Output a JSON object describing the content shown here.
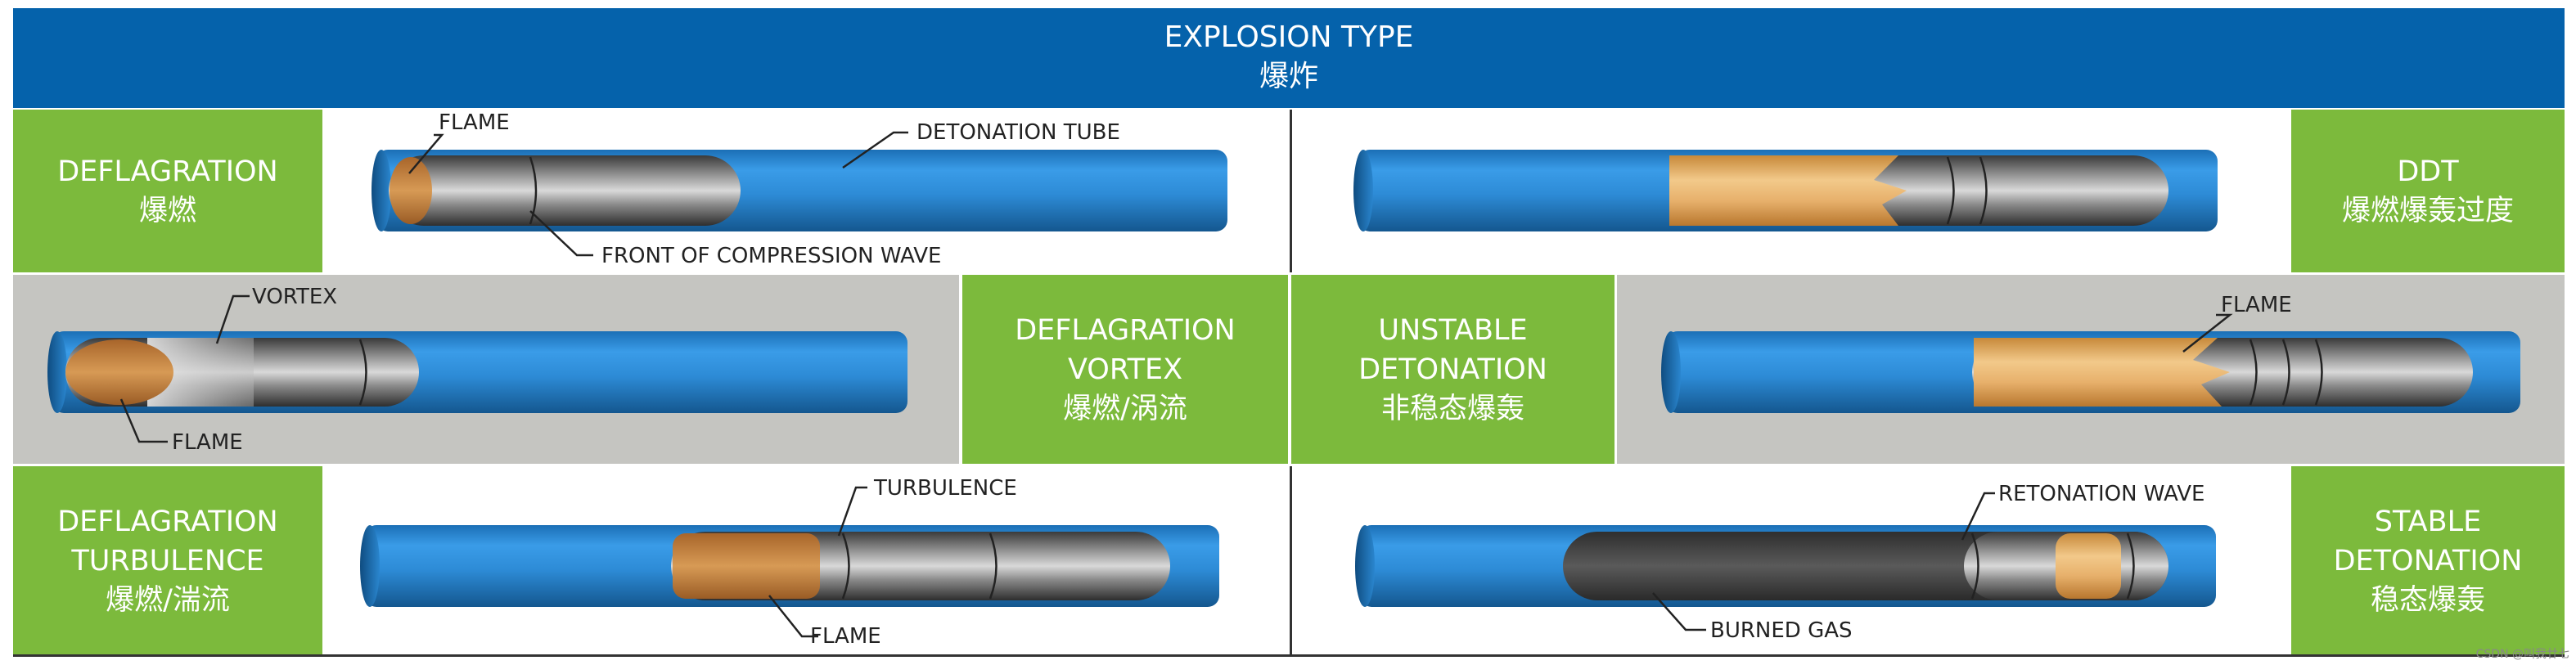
{
  "header": {
    "title": "EXPLOSION TYPE",
    "subtitle": "爆炸"
  },
  "panels": {
    "deflagration": {
      "label_en": "DEFLAGRATION",
      "label_zh": "爆燃"
    },
    "ddt": {
      "label_en": "DDT",
      "label_zh": "爆燃爆轰过度"
    },
    "deflagration_vortex": {
      "label_en_1": "DEFLAGRATION",
      "label_en_2": "VORTEX",
      "label_zh": "爆燃/涡流"
    },
    "unstable_detonation": {
      "label_en_1": "UNSTABLE",
      "label_en_2": "DETONATION",
      "label_zh": "非稳态爆轰"
    },
    "deflagration_turbulence": {
      "label_en_1": "DEFLAGRATION",
      "label_en_2": "TURBULENCE",
      "label_zh": "爆燃/湍流"
    },
    "stable_detonation": {
      "label_en_1": "STABLE",
      "label_en_2": "DETONATION",
      "label_zh": "稳态爆轰"
    }
  },
  "annotations": {
    "flame": "FLAME",
    "detonation_tube": "DETONATION TUBE",
    "front_of_compression_wave": "FRONT OF COMPRESSION WAVE",
    "vortex": "VORTEX",
    "turbulence": "TURBULENCE",
    "retonation_wave": "RETONATION WAVE",
    "burned_gas": "BURNED GAS"
  },
  "watermark": "CSDN @叫我廿七",
  "colors": {
    "header_blue": "#0562ab",
    "label_green": "#7cba3c",
    "tube_blue": "#2f8fdb",
    "panel_grey": "#c5c5c1",
    "flame_orange": "#e8a64b"
  }
}
